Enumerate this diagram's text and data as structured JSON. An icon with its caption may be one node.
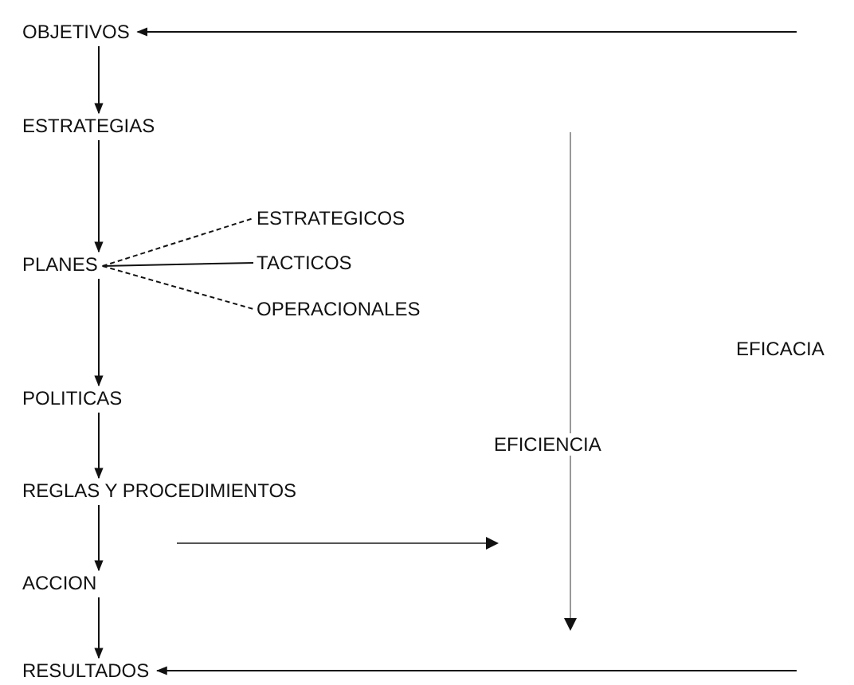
{
  "diagram": {
    "nodes": [
      {
        "text": [
          "OBJETIVOS"
        ]
      },
      {
        "text": [
          "ESTRATEGIAS"
        ]
      },
      {
        "text": [
          "PLANES"
        ]
      },
      {
        "text": [
          "ESTRATEGICOS"
        ]
      },
      {
        "text": [
          "TACTICOS"
        ]
      },
      {
        "text": [
          "OPERACIONALES"
        ]
      },
      {
        "text": [
          "POLITICAS"
        ]
      },
      {
        "text": [
          "REGLAS Y PROCEDIMIENTOS"
        ]
      },
      {
        "text": [
          "ACCION"
        ]
      },
      {
        "text": [
          "RESULTADOS"
        ]
      },
      {
        "text": [
          "EFICIENCIA"
        ]
      },
      {
        "text": [
          "EFICACIA"
        ]
      }
    ],
    "edges": [
      {
        "from": null,
        "to": 0,
        "arrow": "to"
      },
      {
        "from": 0,
        "to": 1,
        "arrow": "to"
      },
      {
        "from": 1,
        "to": 2,
        "arrow": "to"
      },
      {
        "from": 2,
        "to": 3,
        "arrow": "none",
        "style": "dashed"
      },
      {
        "from": 2,
        "to": 4,
        "arrow": "none"
      },
      {
        "from": 2,
        "to": 5,
        "arrow": "none",
        "style": "dashed"
      },
      {
        "from": 2,
        "to": 6,
        "arrow": "to"
      },
      {
        "from": 6,
        "to": 7,
        "arrow": "to"
      },
      {
        "from": 7,
        "to": 8,
        "arrow": "to"
      },
      {
        "from": 8,
        "to": 9,
        "arrow": "to"
      },
      {
        "from": null,
        "to": 9,
        "arrow": "to"
      }
    ]
  }
}
